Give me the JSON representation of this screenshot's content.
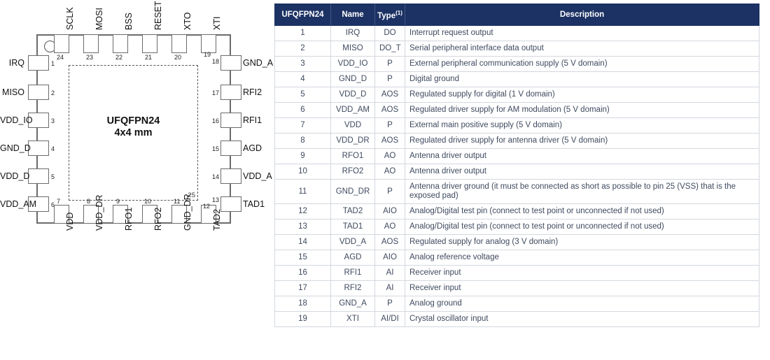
{
  "diagram": {
    "package_name": "UFQFPN24",
    "package_size": "4x4 mm",
    "exposed_pad_number": "25",
    "marker_icon": "pin1-dot-icon",
    "pins_top": [
      {
        "num": "24",
        "label": "SCLK"
      },
      {
        "num": "23",
        "label": "MOSI"
      },
      {
        "num": "22",
        "label": "BSS"
      },
      {
        "num": "21",
        "label": "RESET"
      },
      {
        "num": "20",
        "label": "XTO"
      },
      {
        "num": "19",
        "label": "XTI"
      }
    ],
    "pins_left": [
      {
        "num": "1",
        "label": "IRQ"
      },
      {
        "num": "2",
        "label": "MISO"
      },
      {
        "num": "3",
        "label": "VDD_IO"
      },
      {
        "num": "4",
        "label": "GND_D"
      },
      {
        "num": "5",
        "label": "VDD_D"
      },
      {
        "num": "6",
        "label": "VDD_AM"
      }
    ],
    "pins_bottom": [
      {
        "num": "7",
        "label": "VDD"
      },
      {
        "num": "8",
        "label": "VDD_DR"
      },
      {
        "num": "9",
        "label": "RFO1"
      },
      {
        "num": "10",
        "label": "RFO2"
      },
      {
        "num": "11",
        "label": "GND_DR"
      },
      {
        "num": "12",
        "label": "TAD2"
      }
    ],
    "pins_right": [
      {
        "num": "18",
        "label": "GND_A"
      },
      {
        "num": "17",
        "label": "RFI2"
      },
      {
        "num": "16",
        "label": "RFI1"
      },
      {
        "num": "15",
        "label": "AGD"
      },
      {
        "num": "14",
        "label": "VDD_A"
      },
      {
        "num": "13",
        "label": "TAD1"
      }
    ]
  },
  "table": {
    "headers": {
      "pin": "UFQFPN24",
      "name": "Name",
      "type": "Type",
      "type_note": "(1)",
      "description": "Description"
    },
    "header_bg": "#1c3264",
    "header_fg": "#ffffff",
    "rows": [
      {
        "pin": "1",
        "name": "IRQ",
        "type": "DO",
        "desc": "Interrupt request output"
      },
      {
        "pin": "2",
        "name": "MISO",
        "type": "DO_T",
        "desc": "Serial peripheral interface data output"
      },
      {
        "pin": "3",
        "name": "VDD_IO",
        "type": "P",
        "desc": "External peripheral communication supply (5 V domain)"
      },
      {
        "pin": "4",
        "name": "GND_D",
        "type": "P",
        "desc": "Digital ground"
      },
      {
        "pin": "5",
        "name": "VDD_D",
        "type": "AOS",
        "desc": "Regulated supply for digital (1 V domain)"
      },
      {
        "pin": "6",
        "name": "VDD_AM",
        "type": "AOS",
        "desc": "Regulated driver supply for AM modulation (5 V domain)"
      },
      {
        "pin": "7",
        "name": "VDD",
        "type": "P",
        "desc": "External main positive supply (5 V domain)"
      },
      {
        "pin": "8",
        "name": "VDD_DR",
        "type": "AOS",
        "desc": "Regulated driver supply for antenna driver (5 V domain)"
      },
      {
        "pin": "9",
        "name": "RFO1",
        "type": "AO",
        "desc": "Antenna driver output"
      },
      {
        "pin": "10",
        "name": "RFO2",
        "type": "AO",
        "desc": "Antenna driver output"
      },
      {
        "pin": "11",
        "name": "GND_DR",
        "type": "P",
        "desc": "Antenna driver ground (it must be connected as short as possible to pin 25 (VSS) that is the exposed pad)"
      },
      {
        "pin": "12",
        "name": "TAD2",
        "type": "AIO",
        "desc": "Analog/Digital test pin (connect to test point or unconnected if not used)"
      },
      {
        "pin": "13",
        "name": "TAD1",
        "type": "AO",
        "desc": "Analog/Digital test pin (connect to test point or unconnected if not used)"
      },
      {
        "pin": "14",
        "name": "VDD_A",
        "type": "AOS",
        "desc": "Regulated supply for analog (3 V domain)"
      },
      {
        "pin": "15",
        "name": "AGD",
        "type": "AIO",
        "desc": "Analog reference voltage"
      },
      {
        "pin": "16",
        "name": "RFI1",
        "type": "AI",
        "desc": "Receiver input"
      },
      {
        "pin": "17",
        "name": "RFI2",
        "type": "AI",
        "desc": "Receiver input"
      },
      {
        "pin": "18",
        "name": "GND_A",
        "type": "P",
        "desc": "Analog ground"
      },
      {
        "pin": "19",
        "name": "XTI",
        "type": "AI/DI",
        "desc": "Crystal oscillator input"
      }
    ]
  }
}
